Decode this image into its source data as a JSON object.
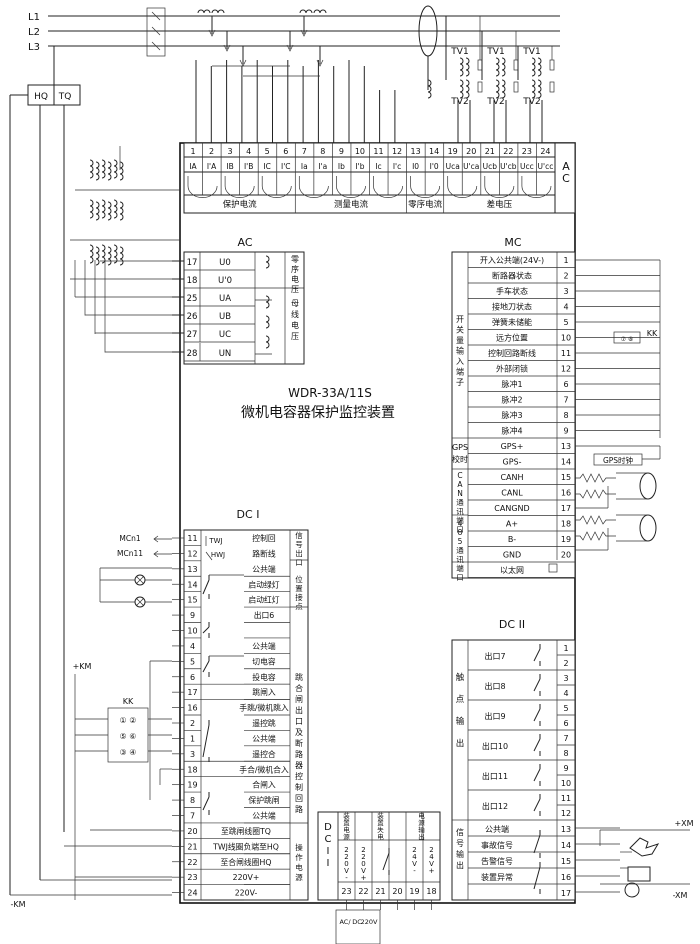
{
  "phases": [
    "L1",
    "L2",
    "L3"
  ],
  "breaker_labels": {
    "hq": "HQ",
    "tq": "TQ"
  },
  "tv_labels": [
    "TV1",
    "TV1",
    "TV1",
    "TV2",
    "TV2",
    "TV2"
  ],
  "top_terminals": {
    "numbers": [
      "1",
      "2",
      "3",
      "4",
      "5",
      "6",
      "7",
      "8",
      "9",
      "10",
      "11",
      "12",
      "13",
      "14",
      "19",
      "20",
      "21",
      "22",
      "23",
      "24"
    ],
    "labels": [
      "IA",
      "I'A",
      "IB",
      "I'B",
      "IC",
      "I'C",
      "Ia",
      "I'a",
      "Ib",
      "I'b",
      "Ic",
      "I'c",
      "I0",
      "I'0",
      "Uca",
      "U'ca",
      "Ucb",
      "U'cb",
      "Ucc",
      "U'cc"
    ],
    "groups": [
      "保护电流",
      "测量电流",
      "零序电流",
      "差电压"
    ],
    "side": "AC"
  },
  "ac_left": {
    "title": "AC",
    "rows": [
      {
        "num": "17",
        "label": "U0"
      },
      {
        "num": "18",
        "label": "U'0"
      },
      {
        "num": "25",
        "label": "UA"
      },
      {
        "num": "26",
        "label": "UB"
      },
      {
        "num": "27",
        "label": "UC"
      },
      {
        "num": "28",
        "label": "UN"
      }
    ],
    "group1": "零序电压",
    "group2": "母线电压"
  },
  "mc": {
    "title": "MC",
    "rows": [
      {
        "label": "开入公共端(24V-)",
        "num": "1"
      },
      {
        "label": "断路器状态",
        "num": "2"
      },
      {
        "label": "手车状态",
        "num": "3"
      },
      {
        "label": "接地刀状态",
        "num": "4"
      },
      {
        "label": "弹簧未储能",
        "num": "5"
      },
      {
        "label": "远方位置",
        "num": "10"
      },
      {
        "label": "控制回路断线",
        "num": "11"
      },
      {
        "label": "外部闭锁",
        "num": "12"
      },
      {
        "label": "脉冲1",
        "num": "6"
      },
      {
        "label": "脉冲2",
        "num": "7"
      },
      {
        "label": "脉冲3",
        "num": "8"
      },
      {
        "label": "脉冲4",
        "num": "9"
      },
      {
        "label": "GPS+",
        "num": "13"
      },
      {
        "label": "GPS-",
        "num": "14"
      },
      {
        "label": "CANH",
        "num": "15"
      },
      {
        "label": "CANL",
        "num": "16"
      },
      {
        "label": "CANGND",
        "num": "17"
      },
      {
        "label": "A+",
        "num": "18"
      },
      {
        "label": "B-",
        "num": "19"
      },
      {
        "label": "GND",
        "num": "20"
      },
      {
        "label": "以太网",
        "num": ""
      }
    ],
    "group_input": "开关量输入端子",
    "group_gps": "GPS校时",
    "group_can": "CAN通讯端口",
    "group_485": "485通讯端口",
    "kk": "KK",
    "kk_contacts": "⑦ ⑧",
    "gps_clock": "GPS时钟"
  },
  "device": {
    "model": "WDR-33A/11S",
    "name": "微机电容器保护监控装置"
  },
  "dc1": {
    "title": "DC I",
    "rows": [
      {
        "num": "11",
        "label": "控制回"
      },
      {
        "num": "12",
        "label": "路断线"
      },
      {
        "num": "13",
        "label": "公共端"
      },
      {
        "num": "14",
        "label": "启动绿灯"
      },
      {
        "num": "15",
        "label": "启动红灯"
      },
      {
        "num": "9",
        "label": "出口6"
      },
      {
        "num": "10",
        "label": ""
      },
      {
        "num": "4",
        "label": "公共端"
      },
      {
        "num": "5",
        "label": "切电容"
      },
      {
        "num": "6",
        "label": "投电容"
      },
      {
        "num": "17",
        "label": "跳闸入"
      },
      {
        "num": "16",
        "label": "手跳/微机跳入"
      },
      {
        "num": "2",
        "label": "遥控跳"
      },
      {
        "num": "1",
        "label": "公共端"
      },
      {
        "num": "3",
        "label": "遥控合"
      },
      {
        "num": "18",
        "label": "手合/微机合入"
      },
      {
        "num": "19",
        "label": "合闸入"
      },
      {
        "num": "8",
        "label": "保护跳闸"
      },
      {
        "num": "7",
        "label": "公共端"
      },
      {
        "num": "20",
        "label": "至跳闸线圈TQ"
      },
      {
        "num": "21",
        "label": "TWJ线圈负端至HQ"
      },
      {
        "num": "22",
        "label": "至合闸线圈HQ"
      },
      {
        "num": "23",
        "label": "220V+"
      },
      {
        "num": "24",
        "label": "220V-"
      }
    ],
    "twj": "TWJ",
    "hwj": "HWJ",
    "g_signal": "信号出口",
    "g_position": "位置接点",
    "g_control": "跳合闸出口及断路器控制回路",
    "g_power": "操作电源",
    "mcn1": "MCn1",
    "mcn11": "MCn11",
    "plus_km": "+KM",
    "minus_km": "-KM",
    "kk": "KK",
    "kk_rows": [
      "① ②",
      "⑤ ⑥",
      "③ ④"
    ]
  },
  "dc2_bottom": {
    "title": "DC II",
    "cols": [
      {
        "num": "23",
        "label": "220V-"
      },
      {
        "num": "22",
        "label": "220V+"
      },
      {
        "num": "21",
        "label": ""
      },
      {
        "num": "20",
        "label": ""
      },
      {
        "num": "19",
        "label": "24V-"
      },
      {
        "num": "18",
        "label": "24V+"
      }
    ],
    "g1": "装置电源",
    "g2": "装置失电",
    "g3": "电源输出",
    "acdc": [
      "AC/",
      "DC",
      "220V"
    ]
  },
  "dc2_right": {
    "title": "DC II",
    "rows": [
      {
        "label": "出口7",
        "nums": [
          "1",
          "2"
        ]
      },
      {
        "label": "出口8",
        "nums": [
          "3",
          "4"
        ]
      },
      {
        "label": "出口9",
        "nums": [
          "5",
          "6"
        ]
      },
      {
        "label": "出口10",
        "nums": [
          "7",
          "8"
        ]
      },
      {
        "label": "出口11",
        "nums": [
          "9",
          "10"
        ]
      },
      {
        "label": "出口12",
        "nums": [
          "11",
          "12"
        ]
      }
    ],
    "signal_rows": [
      {
        "label": "公共端",
        "num": "13"
      },
      {
        "label": "事故信号",
        "num": "14"
      },
      {
        "label": "告警信号",
        "num": "15"
      },
      {
        "label": "装置异常",
        "num": "16"
      },
      {
        "label": "",
        "num": "17"
      }
    ],
    "g_contact": "触点输出",
    "g_signal": "信号输出",
    "plus_xm": "+XM",
    "minus_xm": "-XM"
  }
}
